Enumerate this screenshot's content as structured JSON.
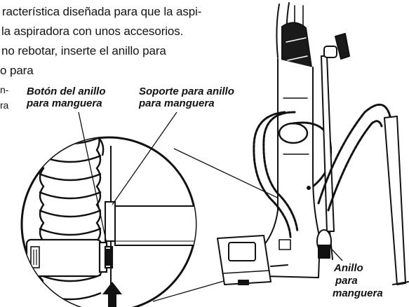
{
  "paragraph": {
    "lines": [
      "racterística diseñada para que la aspi-",
      "la aspiradora con unos accesorios.",
      "no rebotar, inserte el anillo para",
      "o para",
      "n-",
      "ra"
    ]
  },
  "callouts": {
    "hose_ring_button": [
      "Botón del anillo",
      "para manguera"
    ],
    "hose_ring_holder": [
      "Soporte para anillo",
      "para manguera"
    ],
    "hose_ring": [
      "Anillo",
      "para",
      "manguera"
    ]
  },
  "colors": {
    "ink": "#111111",
    "paper": "#ffffff",
    "shade": "#d9d9d9"
  },
  "icons": {
    "magnifier": "detail-magnifier-circle",
    "arrow": "up-arrow-icon",
    "vacuum": "upright-vacuum-illustration"
  }
}
